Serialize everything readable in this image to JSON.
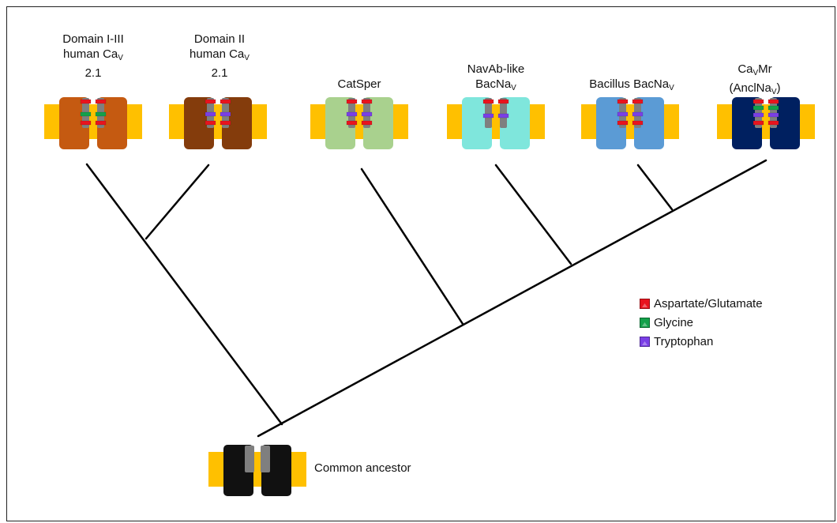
{
  "colors": {
    "membrane": "#FFC000",
    "selectivity_filter": "#7F7F7F",
    "aspartate_glutamate": "#E8141E",
    "glycine": "#13A04A",
    "tryptophan": "#7A3FE6",
    "tree_line": "#000000"
  },
  "channels": [
    {
      "id": "dom1-3",
      "line1": "Domain I-III",
      "line2_main": "human Ca",
      "line2_sub": "V",
      "line3": "2.1",
      "color": "#C55A11",
      "residues": [
        "aspartate_glutamate",
        "glycine",
        "aspartate_glutamate"
      ],
      "icon": "ion-channel-icon"
    },
    {
      "id": "dom2",
      "line1": "Domain II",
      "line2_main": "human Ca",
      "line2_sub": "V",
      "line3": "2.1",
      "color": "#843C0C",
      "residues": [
        "aspartate_glutamate",
        "tryptophan",
        "aspartate_glutamate"
      ],
      "icon": "ion-channel-icon"
    },
    {
      "id": "catsper",
      "line1": "CatSper",
      "color": "#A9D18E",
      "residues": [
        "aspartate_glutamate",
        "tryptophan",
        "aspartate_glutamate"
      ],
      "icon": "ion-channel-icon"
    },
    {
      "id": "navab",
      "line1": "NavAb-like",
      "line2_main": "BacNa",
      "line2_sub": "V",
      "color": "#7FE6DC",
      "residues": [
        "aspartate_glutamate",
        "tryptophan"
      ],
      "icon": "ion-channel-icon"
    },
    {
      "id": "bacillus",
      "line1_main": "Bacillus BacNa",
      "line1_sub": "V",
      "color": "#5B9BD5",
      "residues": [
        "aspartate_glutamate",
        "tryptophan",
        "aspartate_glutamate"
      ],
      "icon": "ion-channel-icon"
    },
    {
      "id": "cavmr",
      "line1_pre": "Ca",
      "line1_sub": "V",
      "line1_post": "Mr",
      "line2_pre": "(AnclNa",
      "line2_sub": "V",
      "line2_post": ")",
      "color": "#002060",
      "residues": [
        "aspartate_glutamate",
        "glycine",
        "tryptophan",
        "aspartate_glutamate"
      ],
      "icon": "ion-channel-icon"
    }
  ],
  "ancestor": {
    "label": "Common ancestor",
    "color": "#111111",
    "icon": "ion-channel-icon"
  },
  "legend": [
    {
      "key": "aspartate_glutamate",
      "label": "Aspartate/Glutamate"
    },
    {
      "key": "glycine",
      "label": "Glycine"
    },
    {
      "key": "tryptophan",
      "label": "Tryptophan"
    }
  ]
}
